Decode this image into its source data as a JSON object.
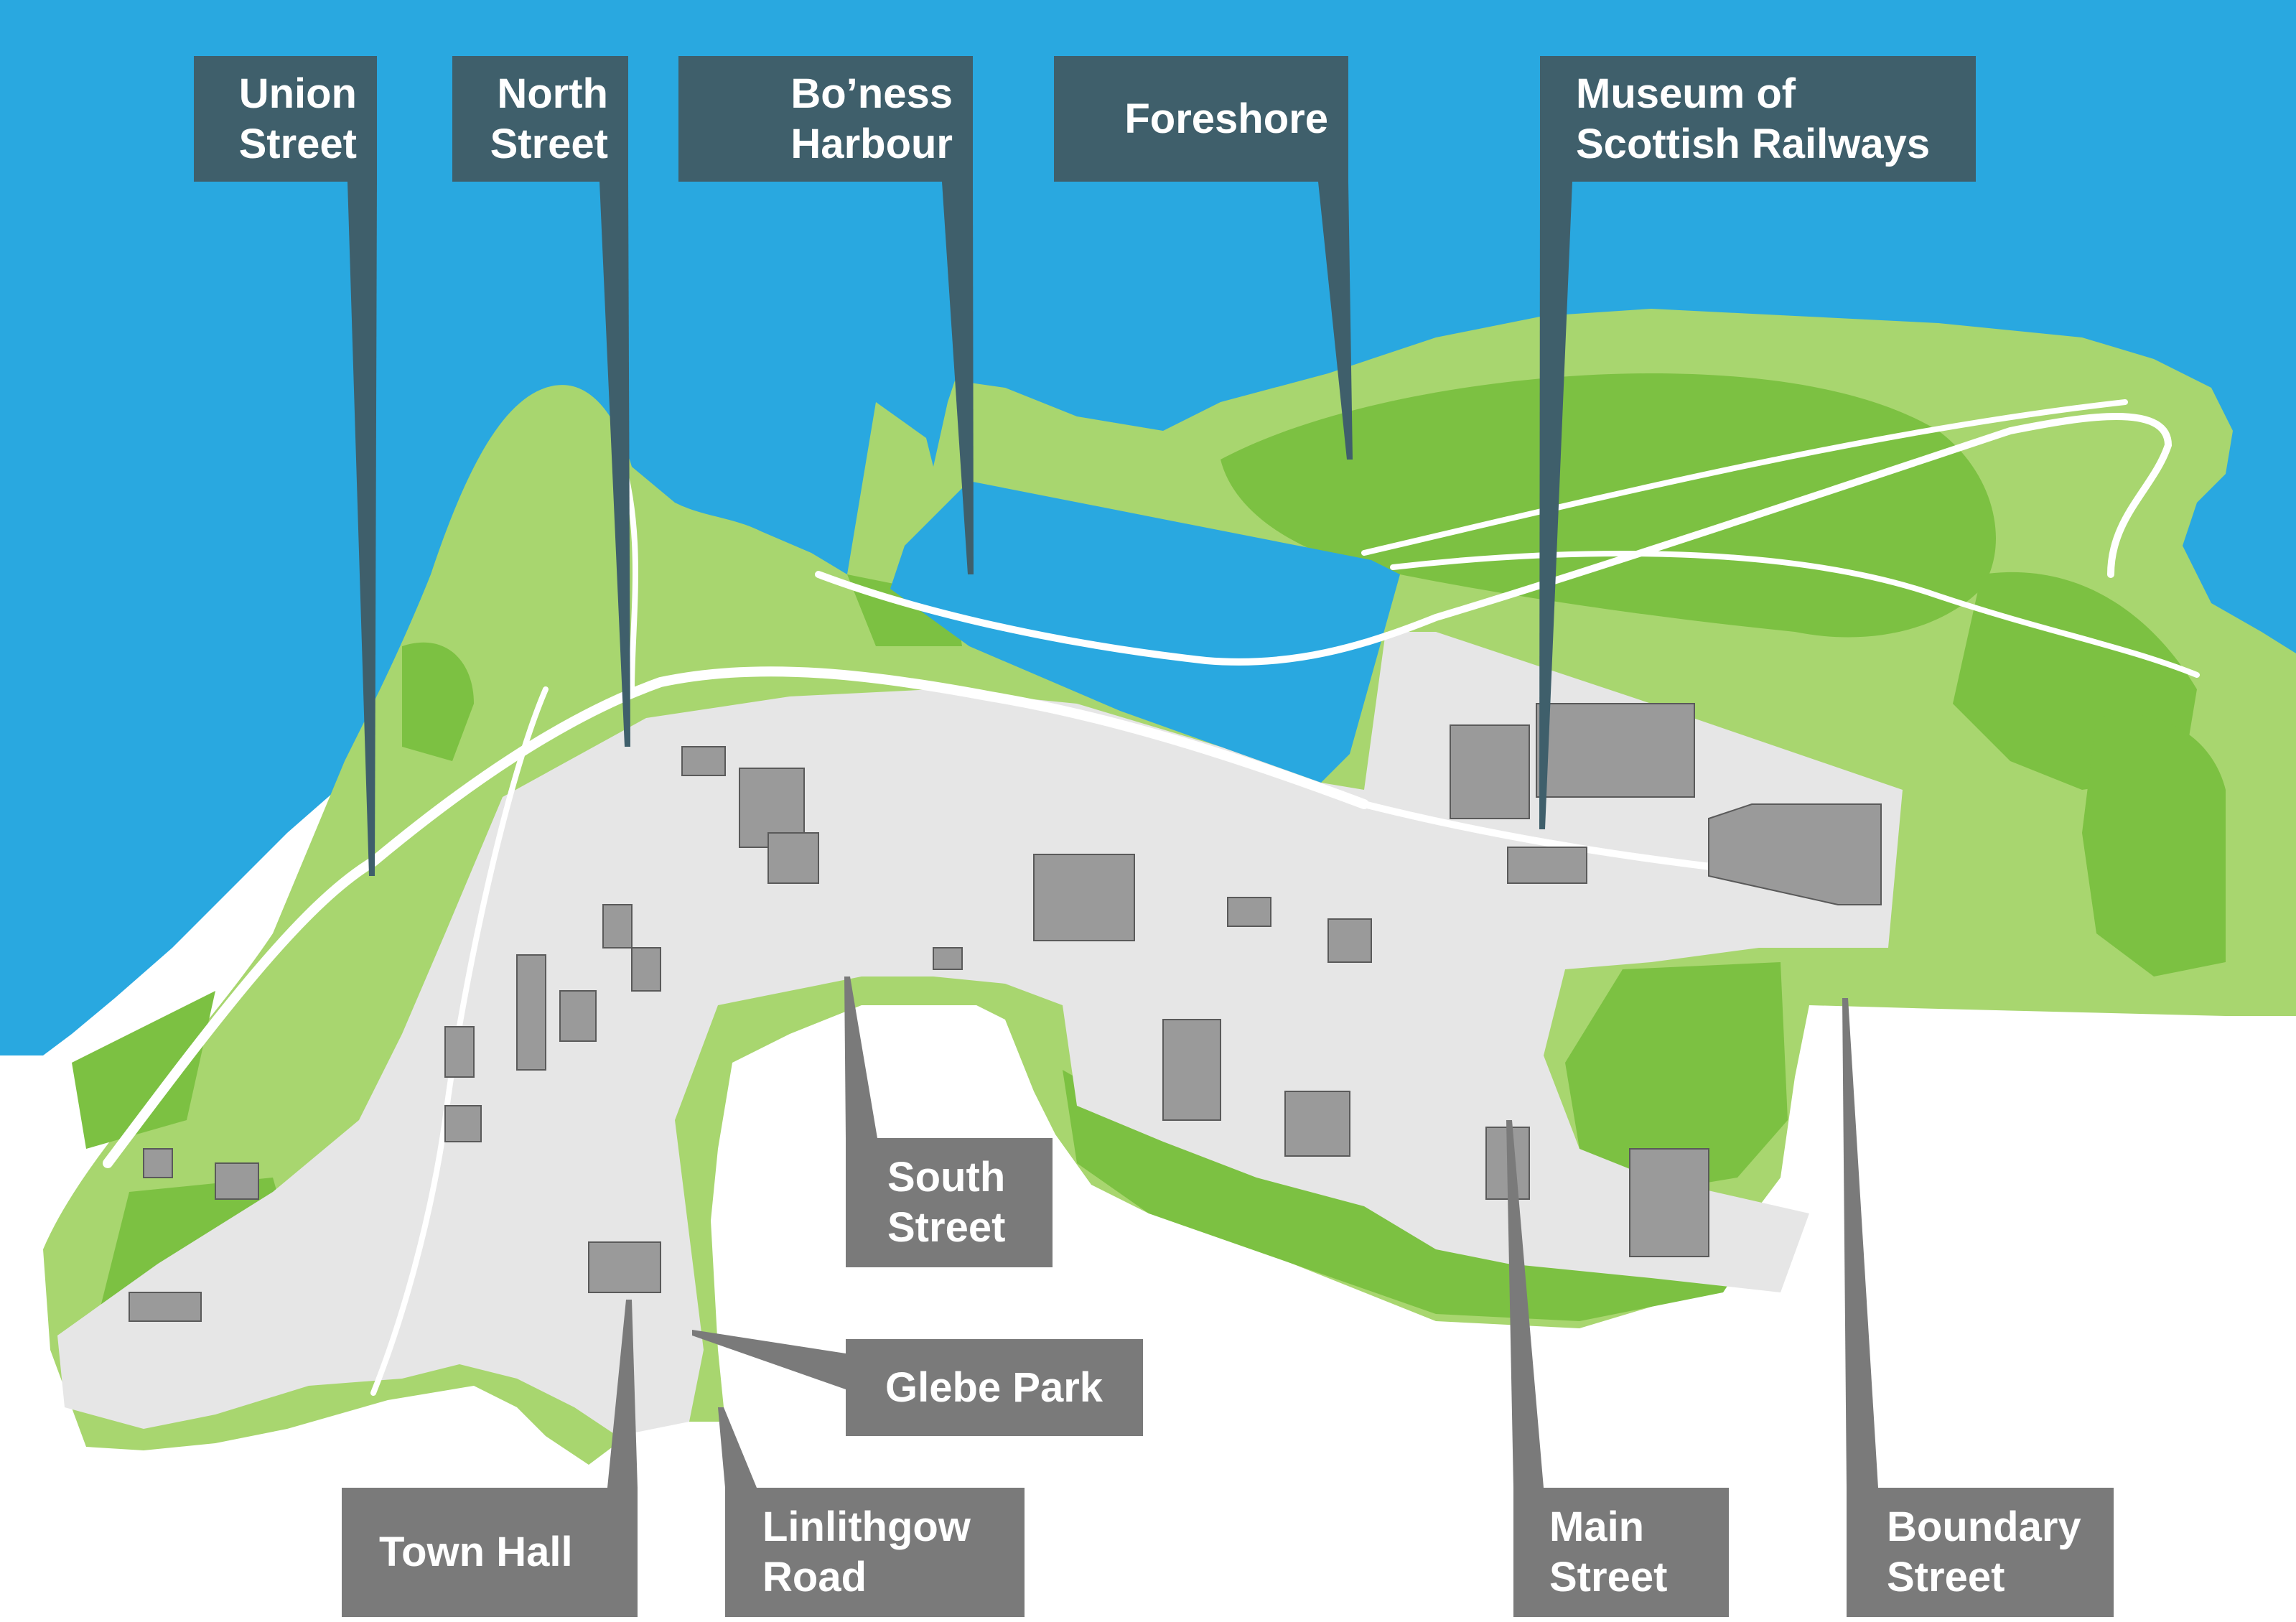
{
  "colors": {
    "water": "#29a8e0",
    "grass_light": "#a8d66f",
    "grass_dark": "#7cc142",
    "paved": "#e6e6e6",
    "building": "#9a9a9a",
    "label_north": "#3f5f6b",
    "label_south": "#7a7a7a",
    "label_text": "#ffffff"
  },
  "labels": {
    "union_street": [
      "Union",
      "Street"
    ],
    "north_street": [
      "North",
      "Street"
    ],
    "boness_harbour": [
      "Bo’ness",
      "Harbour"
    ],
    "foreshore": [
      "Foreshore"
    ],
    "museum": [
      "Museum of",
      "Scottish Railways"
    ],
    "south_street": [
      "South",
      "Street"
    ],
    "glebe_park": [
      "Glebe Park"
    ],
    "town_hall": [
      "Town Hall"
    ],
    "linlithgow_road": [
      "Linlithgow",
      "Road"
    ],
    "main_street": [
      "Main",
      "Street"
    ],
    "boundary_street": [
      "Boundary",
      "Street"
    ]
  }
}
